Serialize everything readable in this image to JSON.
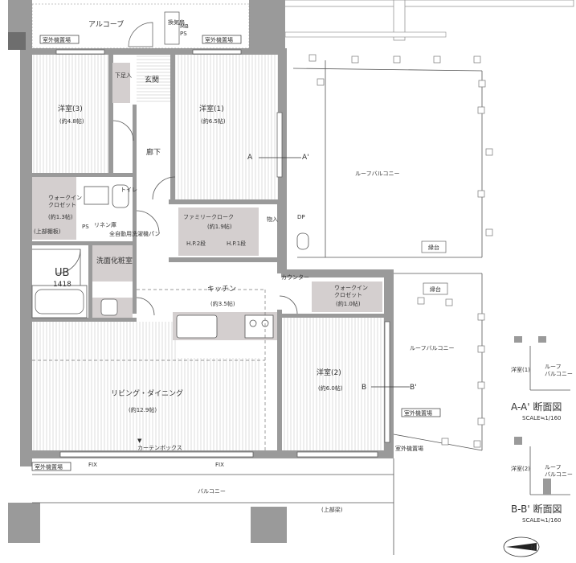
{
  "rooms": {
    "alcove": "アルコーブ",
    "western3": "洋室(3)",
    "western3_area": "(約4.8帖)",
    "western1": "洋室(1)",
    "western1_area": "(約6.5帖)",
    "entrance": "玄関",
    "corridor": "廊下",
    "toilet": "トイレ",
    "walkin1": "ウォークイン\nクロゼット",
    "walkin1_area": "(約1.3帖)",
    "family_closet": "ファミリークローク",
    "family_closet_area": "(約1.9帖)",
    "ub": "UB",
    "ub_size": "1418",
    "washroom": "洗面化粧室",
    "kitchen": "キッチン",
    "kitchen_area": "(約3.5帖)",
    "walkin2": "ウォークイン\nクロゼット",
    "walkin2_area": "(約1.0帖)",
    "western2": "洋室(2)",
    "western2_area": "(約6.0帖)",
    "living": "リビング・ダイニング",
    "living_area": "(約12.9帖)",
    "roof_balcony_1": "ルーフバルコニー",
    "roof_balcony_2": "ルーフバルコニー",
    "balcony": "バルコニー",
    "counter": "カウンター",
    "curtain_box": "▼\nカーテンボックス",
    "shoe_box": "下足入",
    "storage": "物入",
    "linen": "リネン庫",
    "pipe_space": "PS",
    "mb_ps": "MB\nPS",
    "outdoor_unit_1": "室外機置場",
    "outdoor_unit_2": "室外機置場",
    "outdoor_unit_3": "室外機置場",
    "outdoor_unit_4": "室外機置場",
    "outdoor_unit_5": "室外機置場",
    "fix_1": "FIX",
    "fix_2": "FIX",
    "section_a_marker": "A",
    "section_a_prime": "A'",
    "section_b_marker": "B",
    "section_b_prime": "B'",
    "shelf": "(上部棚板)",
    "hp_2": "H.P.2段",
    "hp_1": "H.P.1段",
    "dryer": "全自動用洗濯機パン",
    "fan": "換気扇",
    "walkthrough": "(上部梁)",
    "bench": "縁台",
    "bench2": "縁台",
    "dp": "DP"
  },
  "legend": {
    "aa_title": "A-A' 断面図",
    "aa_scale": "SCALE≒1/160",
    "bb_title": "B-B' 断面図",
    "bb_scale": "SCALE≒1/160",
    "aa_room": "洋室(1)",
    "aa_roof": "ルーフ\nバルコニー",
    "bb_room": "洋室(2)",
    "bb_roof": "ルーフ\nバルコニー"
  },
  "compass": {
    "label": "N"
  },
  "colors": {
    "wall": "#9a9a9a",
    "closet": "#d4cfcf",
    "floor_line": "#c9c9c9"
  }
}
